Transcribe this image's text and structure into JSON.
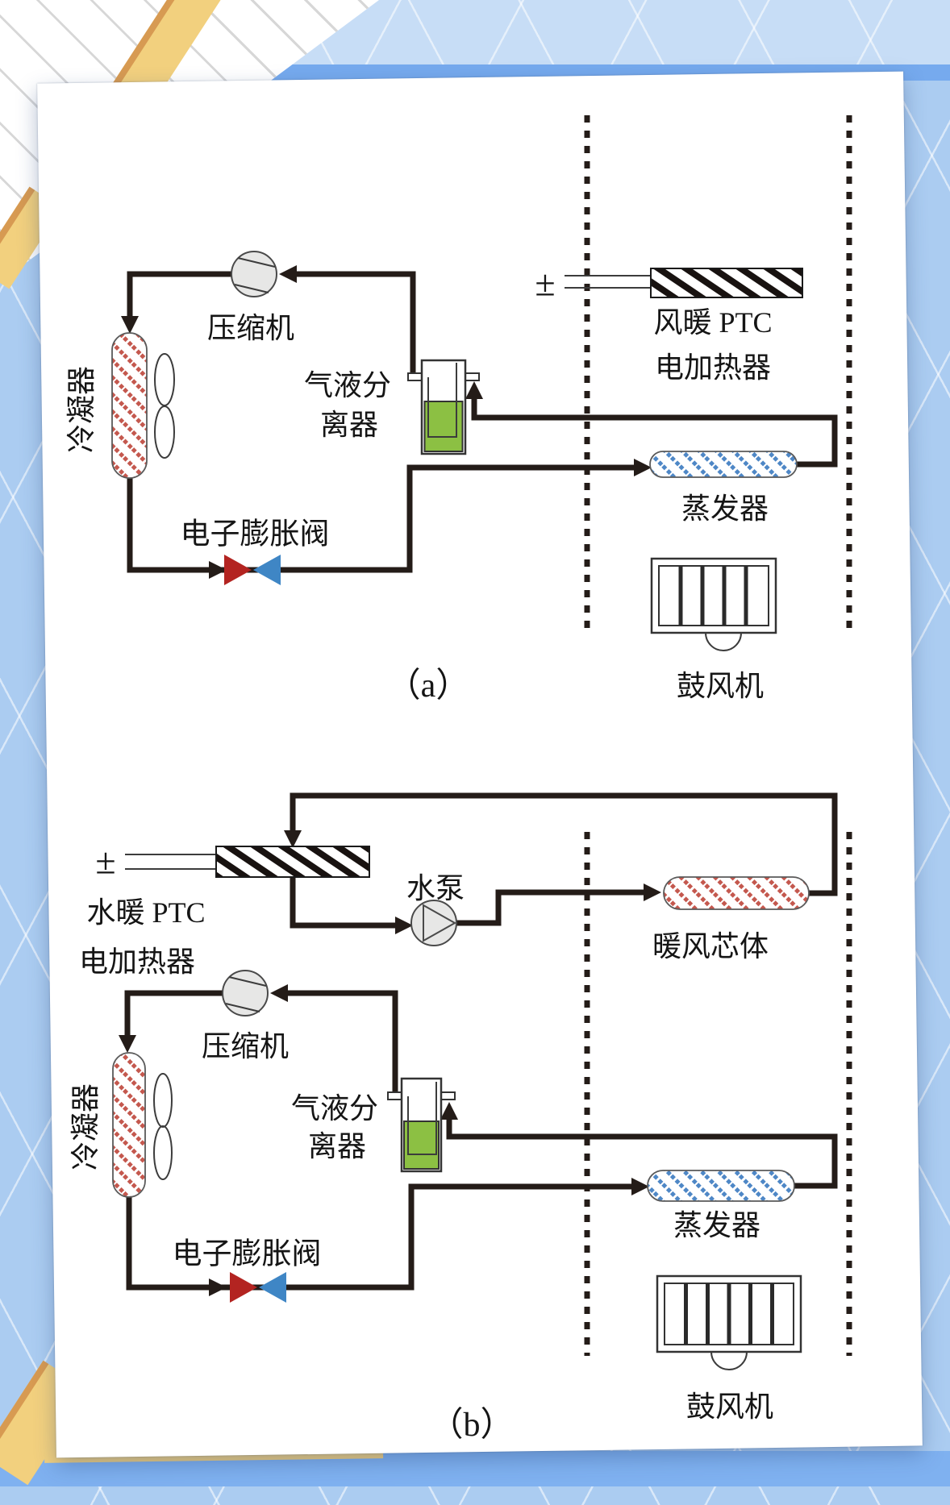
{
  "figure": {
    "caption_a": "（a）",
    "caption_b": "（b）",
    "labels": {
      "compressor": "压缩机",
      "condenser": "冷凝器",
      "expansion_valve": "电子膨胀阀",
      "separator_line1": "气液分",
      "separator_line2": "离器",
      "power_symbol": "±",
      "air_ptc_line1": "风暖 PTC",
      "water_ptc_line1": "水暖 PTC",
      "ptc_line2": "电加热器",
      "evaporator": "蒸发器",
      "blower": "鼓风机",
      "water_pump": "水泵",
      "heater_core": "暖风芯体"
    },
    "colors": {
      "pipe": "#241c18",
      "condenser_hatch": "#c4584e",
      "evaporator_hatch": "#4e87c6",
      "heater_core_hatch": "#c4584e",
      "ptc_hatch": "#181210",
      "separator_liquid": "#8cc043",
      "valve_red": "#b32421",
      "valve_blue": "#3f86c5",
      "machine_fill": "#e7e7e6",
      "background_blue": "#abccf1",
      "accent_yellow": "#f2d07e",
      "accent_orange": "#d79a52"
    }
  }
}
